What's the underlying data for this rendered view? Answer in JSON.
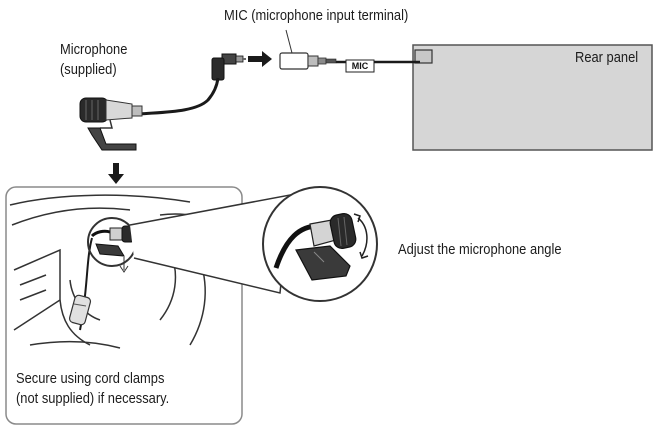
{
  "labels": {
    "mic_terminal": "MIC (microphone input terminal)",
    "microphone_line1": "Microphone",
    "microphone_line2": "(supplied)",
    "rear_panel": "Rear panel",
    "adjust_angle": "Adjust the microphone angle",
    "secure_line1": "Secure using cord clamps",
    "secure_line2": "(not supplied) if necessary.",
    "mic_tag": "MIC"
  },
  "colors": {
    "panel_fill": "#d6d6d6",
    "panel_stroke": "#555555",
    "cable": "#1a1a1a",
    "inset_border": "#8a8a8a",
    "line_art": "#333333"
  },
  "icons": {
    "flow_arrow": "arrow-right-icon",
    "down_arrow": "arrow-down-icon",
    "rotate": "rotate-icon"
  }
}
